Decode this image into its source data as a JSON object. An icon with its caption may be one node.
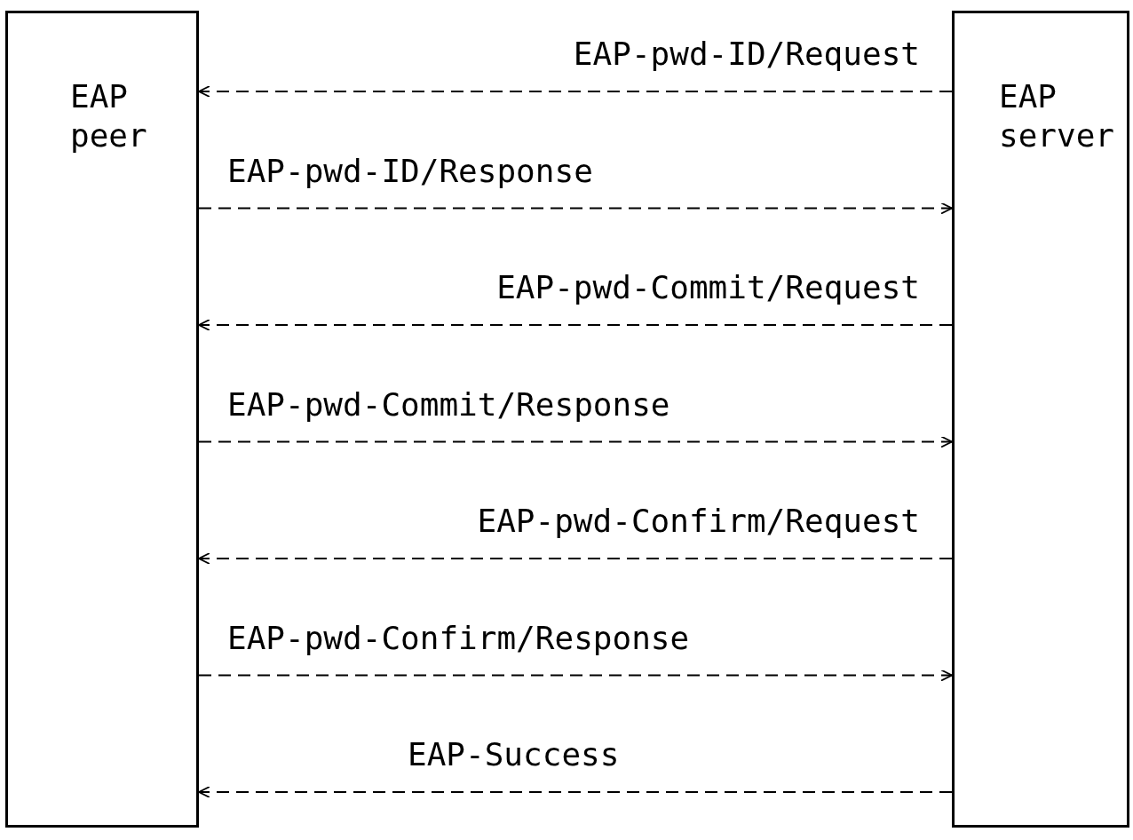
{
  "diagram": {
    "nodes": [
      {
        "text": [
          "EAP peer"
        ]
      },
      {
        "text": [
          "EAP server"
        ]
      }
    ],
    "edges": [
      {
        "from": 1,
        "to": 0,
        "arrow": "to",
        "label": "EAP-pwd-ID/Request"
      },
      {
        "from": 0,
        "to": 1,
        "arrow": "to",
        "label": "EAP-pwd-ID/Response"
      },
      {
        "from": 1,
        "to": 0,
        "arrow": "to",
        "label": "EAP-pwd-Commit/Request"
      },
      {
        "from": 0,
        "to": 1,
        "arrow": "to",
        "label": "EAP-pwd-Commit/Response"
      },
      {
        "from": 1,
        "to": 0,
        "arrow": "to",
        "label": "EAP-pwd-Confirm/Request"
      },
      {
        "from": 0,
        "to": 1,
        "arrow": "to",
        "label": "EAP-pwd-Confirm/Response"
      },
      {
        "from": 1,
        "to": 0,
        "arrow": "to",
        "label": "EAP-Success"
      }
    ]
  }
}
